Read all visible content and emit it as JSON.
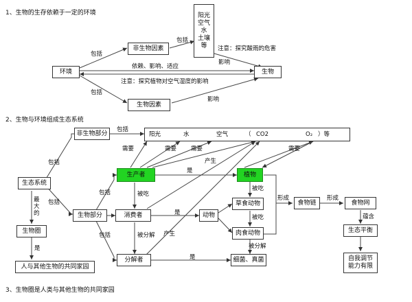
{
  "headings": {
    "h1": "1、生物的生存依赖于一定的环境",
    "h2": "2、生物与环境组成生态系统",
    "h3": "3、生物圈是人类与其他生物的共同家园"
  },
  "section1": {
    "environment": "环境",
    "abiotic": "非生物因素",
    "biotic": "生物因素",
    "organism": "生物",
    "factors": [
      "阳光",
      "空气",
      "水",
      "土壤",
      "等"
    ],
    "include_1": "包括",
    "include_2": "包括",
    "include_3": "包括",
    "dependence": "依赖、影响、适应",
    "affect_1": "影响",
    "affect_2": "影响",
    "note_1": "注意：探究酸雨的危害",
    "note_2": "注意：探究植物对空气湿度的影响"
  },
  "section2": {
    "ecosystem": "生态系统",
    "abiotic_part": "非生物部分",
    "biotic_part": "生物部分",
    "factors_row": [
      "阳光",
      "水",
      "空气",
      "（",
      "CO2",
      "O₂",
      "）等"
    ],
    "producer": "生产者",
    "consumer": "消费者",
    "decomposer": "分解者",
    "plant": "植物",
    "animal": "动物",
    "herbivore": "草食动物",
    "carnivore": "肉食动物",
    "bacteria": "细菌、真菌",
    "food_chain": "食物链",
    "food_web": "食物网",
    "eco_balance": "生态平衡",
    "self_regulation": [
      "自我调节",
      "能力有限"
    ],
    "biosphere": "生物圈",
    "home": "人与其他生物的共同家园",
    "largest": [
      "最",
      "大",
      "的"
    ],
    "is": "是",
    "include": "包括",
    "need": "需要",
    "produce": "产生",
    "eaten": "被吃",
    "decomposed": "被分解",
    "form": "形成",
    "contain": "蕴含"
  },
  "colors": {
    "producer_fill": "#22d422",
    "line": "#333333"
  }
}
